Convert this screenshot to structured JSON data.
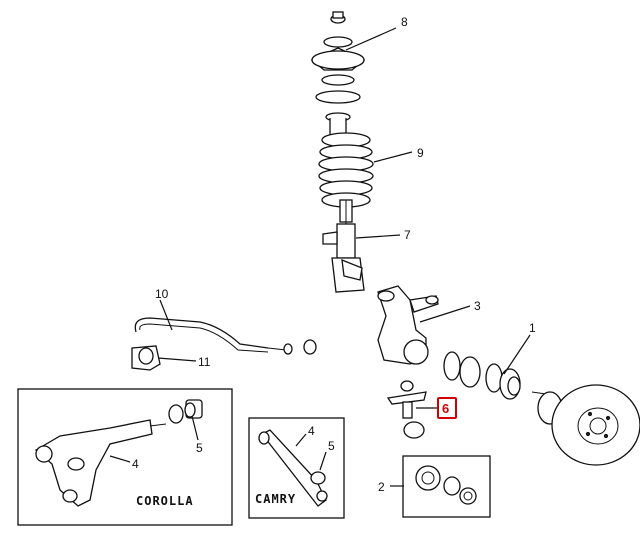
{
  "callouts": {
    "c1": "1",
    "c2": "2",
    "c4_corolla": "4",
    "c5_corolla": "5",
    "c4_camry": "4",
    "c5_camry": "5",
    "c6": "6",
    "c7": "7",
    "c8": "8",
    "c9": "9",
    "c10": "10",
    "c11": "11",
    "c3": "3"
  },
  "insets": {
    "corolla": "COROLLA",
    "camry": "CAMRY"
  },
  "highlight_color": "#d40000"
}
